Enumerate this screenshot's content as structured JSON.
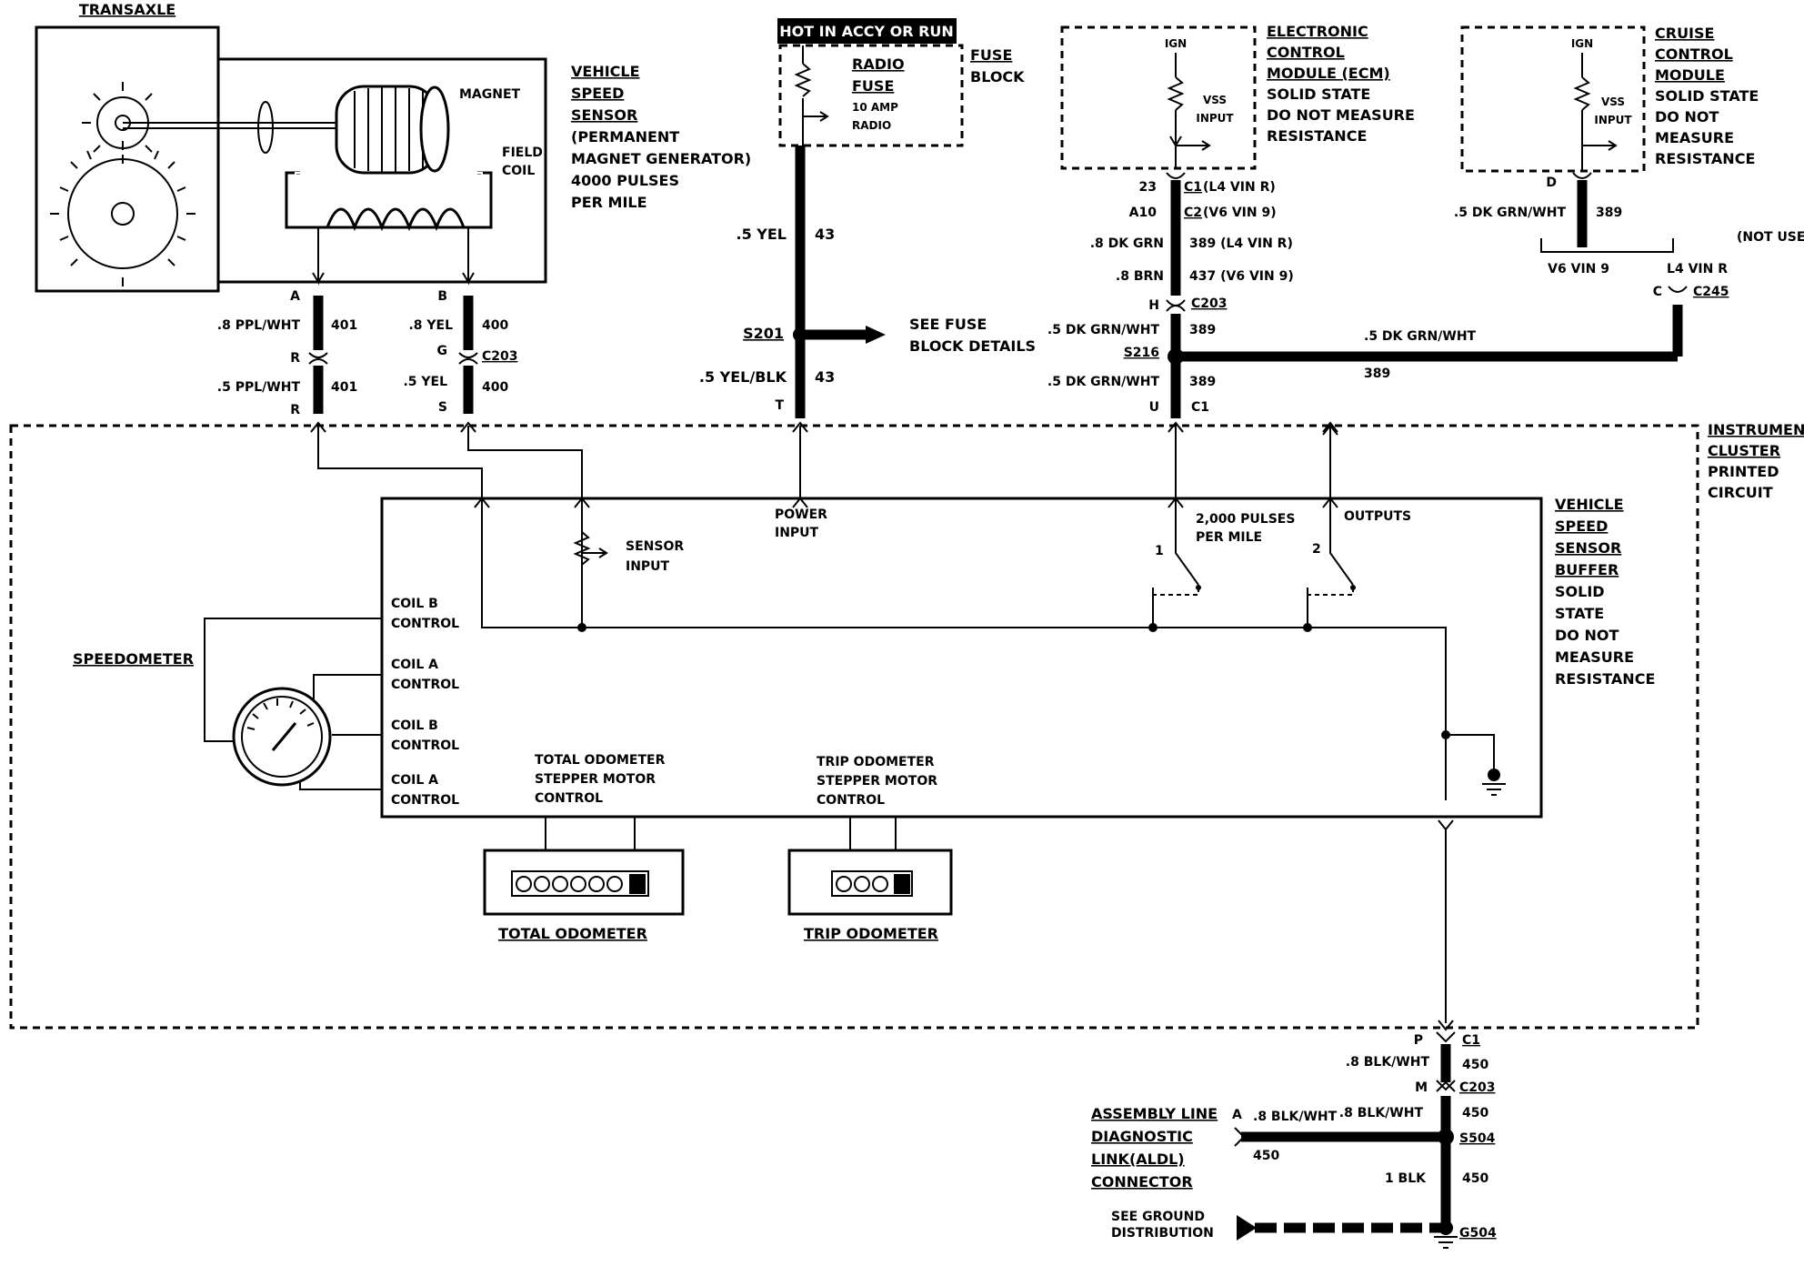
{
  "transaxle": {
    "title": "TRANSAXLE",
    "magnet": "MAGNET",
    "field_coil": [
      "FIELD",
      "COIL"
    ]
  },
  "vss": {
    "lines": [
      "VEHICLE",
      "SPEED",
      "SENSOR",
      "(PERMANENT",
      "MAGNET GENERATOR)",
      "4000 PULSES",
      "PER MILE"
    ]
  },
  "hot_banner": "HOT IN ACCY OR RUN",
  "radio_fuse": {
    "name": [
      "RADIO",
      "FUSE"
    ],
    "rating": [
      "10 AMP",
      "RADIO"
    ],
    "block": [
      "FUSE",
      "BLOCK"
    ]
  },
  "ecm": {
    "ign": "IGN",
    "input": [
      "VSS",
      "INPUT"
    ],
    "lines": [
      "ELECTRONIC",
      "CONTROL",
      "MODULE (ECM)",
      "SOLID STATE",
      "DO NOT MEASURE",
      "RESISTANCE"
    ]
  },
  "cruise": {
    "ign": "IGN",
    "input": [
      "VSS",
      "INPUT"
    ],
    "lines": [
      "CRUISE",
      "CONTROL",
      "MODULE",
      "SOLID STATE",
      "DO NOT",
      "MEASURE",
      "RESISTANCE"
    ]
  },
  "wires": {
    "w401_top_color": ".8 PPL/WHT",
    "w401_top_num": "401",
    "w401_bot_color": ".5 PPL/WHT",
    "w401_bot_num": "401",
    "w400_top_color": ".8 YEL",
    "w400_top_num": "400",
    "w400_bot_color": ".5 YEL",
    "w400_bot_num": "400",
    "w43_top_color": ".5 YEL",
    "w43_top_num": "43",
    "w43_bot_color": ".5 YEL/BLK",
    "w43_bot_num": "43",
    "ecm_w1_color": ".8 DK GRN",
    "ecm_w1_num": "389 (L4 VIN R)",
    "ecm_w2_color": ".8 BRN",
    "ecm_w2_num": "437 (V6 VIN 9)",
    "ecm_w3_color": ".5 DK GRN/WHT",
    "ecm_w3_num": "389",
    "ecm_w4_color": ".5 DK GRN/WHT",
    "ecm_w4_num": "389",
    "cruise_w_color": ".5 DK GRN/WHT",
    "cruise_w_num": "389",
    "horiz_color": ".5 DK GRN/WHT",
    "horiz_num": "389",
    "gnd_w1_color": ".8 BLK/WHT",
    "gnd_w1_num": "450",
    "gnd_w2_num": "450",
    "gnd_w3_color": "1 BLK",
    "gnd_w3_num": "450",
    "aldl_w_color": ".8 BLK/WHT",
    "aldl_w_num": "450",
    "aldl_w2_color": ".8 BLK/WHT"
  },
  "connectors": {
    "pinA": "A",
    "pinB": "B",
    "pinR1": "R",
    "pinG": "G",
    "c203_1": "C203",
    "pinR2": "R",
    "pinS": "S",
    "pinT": "T",
    "ecm_pin23": "23",
    "ecm_c1": "C1",
    "ecm_c1_note": "(L4 VIN R)",
    "ecm_pinA10": "A10",
    "ecm_c2": "C2",
    "ecm_c2_note": "(V6 VIN 9)",
    "pinH": "H",
    "c203_2": "C203",
    "s216": "S216",
    "pinU": "U",
    "c1_u": "C1",
    "s201": "S201",
    "cruise_pinD": "D",
    "cruise_pinC": "C",
    "c245": "C245",
    "v6vin9": "V6 VIN 9",
    "l4vinr": "L4 VIN R",
    "not_used": "(NOT USED)",
    "pinP": "P",
    "c1_p": "C1",
    "pinM": "M",
    "c203_3": "C203",
    "s504": "S504",
    "g504": "G504",
    "aldl_pinA": "A"
  },
  "see_fuse": [
    "SEE FUSE",
    "BLOCK DETAILS"
  ],
  "cluster": {
    "lines": [
      "INSTRUMENT",
      "CLUSTER",
      "PRINTED",
      "CIRCUIT"
    ],
    "power_input": [
      "POWER",
      "INPUT"
    ],
    "sensor_input": [
      "SENSOR",
      "INPUT"
    ],
    "pulses": [
      "2,000 PULSES",
      "PER MILE"
    ],
    "outputs": "OUTPUTS",
    "out1": "1",
    "out2": "2",
    "coil_b1": [
      "COIL B",
      "CONTROL"
    ],
    "coil_a1": [
      "COIL A",
      "CONTROL"
    ],
    "coil_b2": [
      "COIL B",
      "CONTROL"
    ],
    "coil_a2": [
      "COIL A",
      "CONTROL"
    ],
    "speedometer": "SPEEDOMETER",
    "total_motor": [
      "TOTAL ODOMETER",
      "STEPPER MOTOR",
      "CONTROL"
    ],
    "trip_motor": [
      "TRIP ODOMETER",
      "STEPPER MOTOR",
      "CONTROL"
    ],
    "total_odometer": "TOTAL ODOMETER",
    "trip_odometer": "TRIP ODOMETER"
  },
  "buffer": {
    "lines": [
      "VEHICLE",
      "SPEED",
      "SENSOR",
      "BUFFER",
      "SOLID",
      "STATE",
      "DO NOT",
      "MEASURE",
      "RESISTANCE"
    ]
  },
  "aldl": {
    "lines": [
      "ASSEMBLY LINE",
      "DIAGNOSTIC",
      "LINK(ALDL)",
      "CONNECTOR"
    ]
  },
  "ground": [
    "SEE GROUND",
    "DISTRIBUTION"
  ]
}
